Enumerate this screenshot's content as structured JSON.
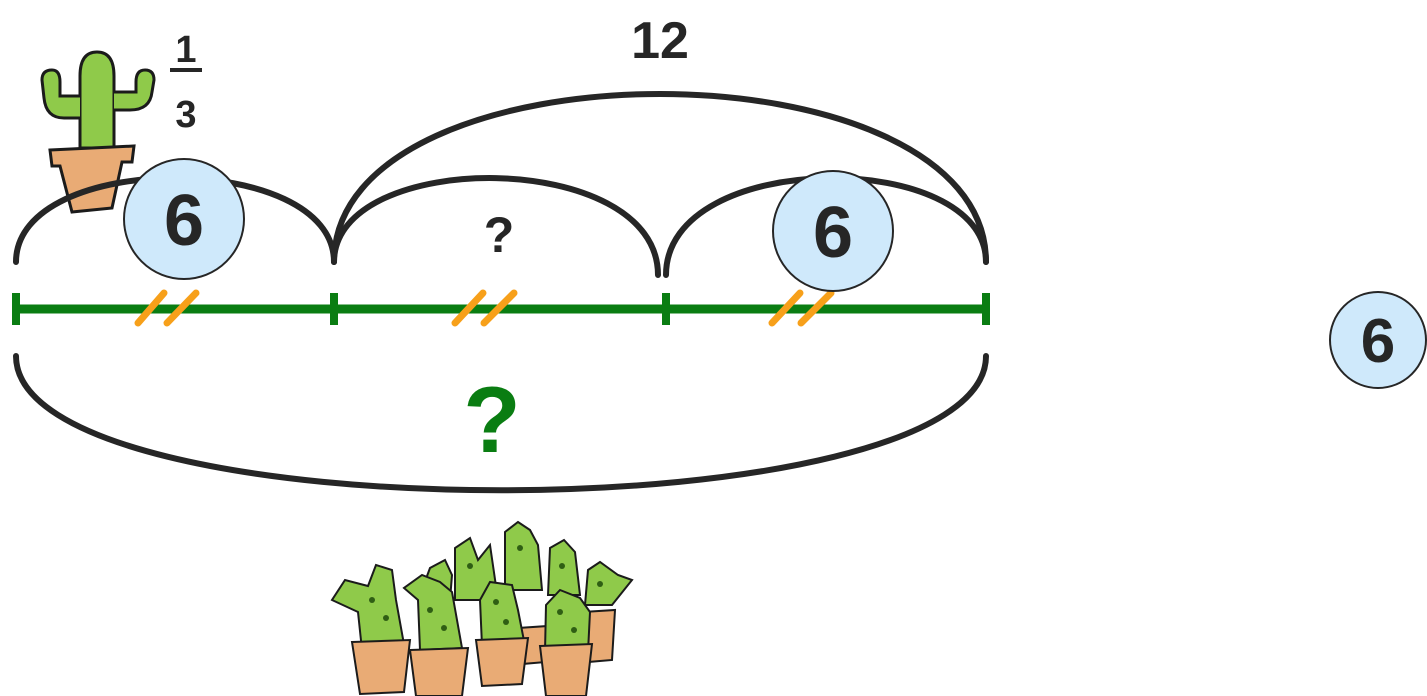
{
  "fraction": {
    "numerator": "1",
    "denominator": "3"
  },
  "labels": {
    "total_top": "12",
    "middle_unknown": "?",
    "total_unknown": "?"
  },
  "segment_values": {
    "first": "6",
    "third": "6",
    "side": "6"
  },
  "colors": {
    "segment_line": "#0a7d12",
    "tick_marks": "#f7a01a",
    "arcs": "#262626",
    "value_circle_fill": "#cfe9fb",
    "unknown_total": "#0a7d12",
    "cactus_green": "#8fca4a",
    "pot": "#e9ab75"
  },
  "icons": {
    "single_cactus": "potted-cactus-icon",
    "cactus_group": "potted-cactus-group-icon"
  }
}
